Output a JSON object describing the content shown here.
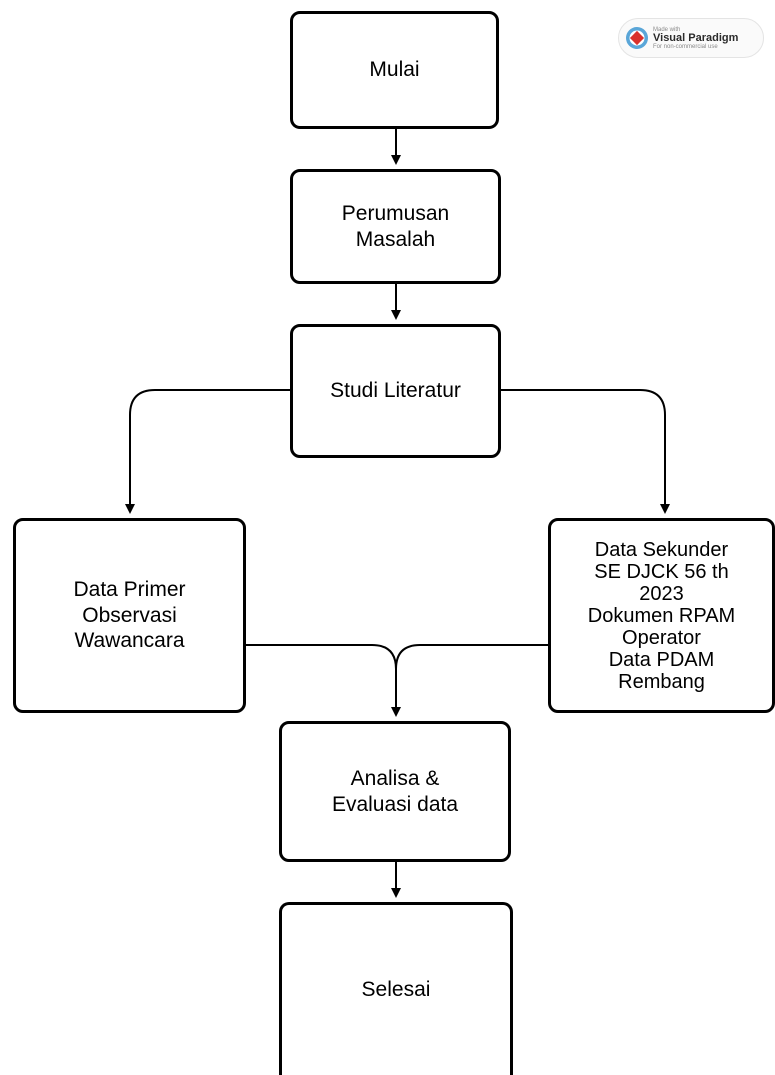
{
  "diagram": {
    "nodes": {
      "start": {
        "lines": [
          "Mulai"
        ]
      },
      "problem": {
        "lines": [
          "Perumusan",
          "Masalah"
        ]
      },
      "literature": {
        "lines": [
          "Studi Literatur"
        ]
      },
      "primary_data": {
        "lines": [
          "Data Primer",
          "Observasi",
          "Wawancara"
        ]
      },
      "secondary_data": {
        "lines": [
          "Data Sekunder",
          "SE DJCK 56 th",
          "2023",
          "Dokumen RPAM",
          "Operator",
          "Data PDAM",
          "Rembang"
        ]
      },
      "analysis": {
        "lines": [
          "Analisa &",
          "Evaluasi data"
        ]
      },
      "end": {
        "lines": [
          "Selesai"
        ]
      }
    },
    "edges": [
      {
        "from": "start",
        "to": "problem"
      },
      {
        "from": "problem",
        "to": "literature"
      },
      {
        "from": "literature",
        "to": "primary_data"
      },
      {
        "from": "literature",
        "to": "secondary_data"
      },
      {
        "from": "primary_data",
        "to": "analysis"
      },
      {
        "from": "secondary_data",
        "to": "analysis"
      },
      {
        "from": "analysis",
        "to": "end"
      }
    ]
  },
  "watermark": {
    "line1": "Made with",
    "brand": "Visual Paradigm",
    "line2": "For non-commercial use",
    "icon": "visual-paradigm-logo-icon"
  }
}
